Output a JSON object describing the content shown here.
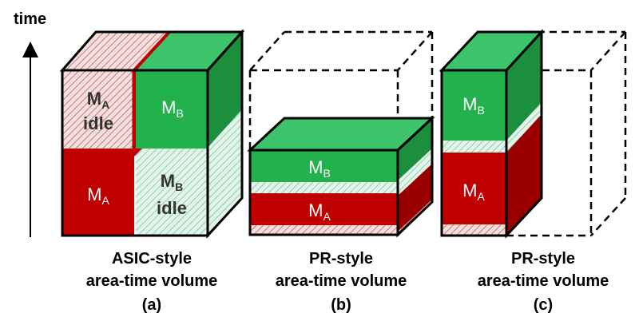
{
  "axis": {
    "label": "time"
  },
  "panels": [
    {
      "id": "a",
      "caption_line1": "ASIC-style",
      "caption_line2": "area-time volume",
      "caption_line3": "(a)",
      "blocks": [
        {
          "name": "M",
          "sub": "A",
          "extra": "idle"
        },
        {
          "name": "M",
          "sub": "B",
          "extra": ""
        },
        {
          "name": "M",
          "sub": "A",
          "extra": ""
        },
        {
          "name": "M",
          "sub": "B",
          "extra": "idle"
        }
      ]
    },
    {
      "id": "b",
      "caption_line1": "PR-style",
      "caption_line2": "area-time volume",
      "caption_line3": "(b)",
      "blocks": [
        {
          "name": "M",
          "sub": "B"
        },
        {
          "name": "M",
          "sub": "A"
        }
      ]
    },
    {
      "id": "c",
      "caption_line1": "PR-style",
      "caption_line2": "area-time volume",
      "caption_line3": "(c)",
      "blocks": [
        {
          "name": "M",
          "sub": "B"
        },
        {
          "name": "M",
          "sub": "A"
        }
      ]
    }
  ],
  "colors": {
    "green": "#22b14c",
    "green_top": "#3dc46a",
    "green_side": "#1b8f3e",
    "red": "#c00000",
    "red_side": "#9a0000",
    "idle_red": "#f1d4d4",
    "idle_green": "#d8efe3",
    "outline": "#000000"
  }
}
